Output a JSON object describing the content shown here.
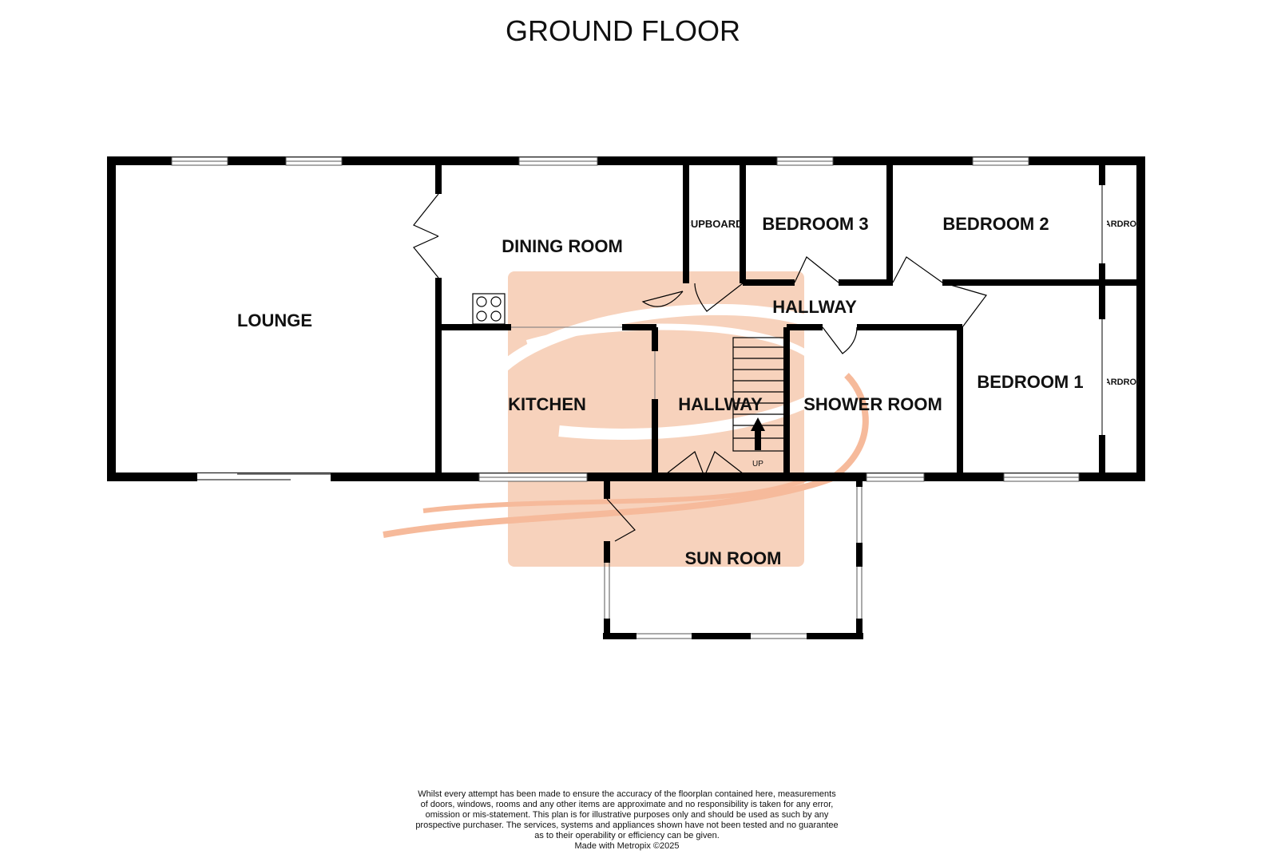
{
  "title": "GROUND FLOOR",
  "rooms": {
    "lounge": "LOUNGE",
    "dining_room": "DINING ROOM",
    "kitchen": "KITCHEN",
    "hallway_main": "HALLWAY",
    "hallway_upper": "HALLWAY",
    "cupboard": "CUPBOARD",
    "bedroom_3": "BEDROOM 3",
    "bedroom_2": "BEDROOM 2",
    "bedroom_1": "BEDROOM 1",
    "wardrobe_2": "WARDROBE",
    "wardrobe_1": "WARDROBE",
    "shower_room": "SHOWER ROOM",
    "sun_room": "SUN ROOM",
    "stairs_label": "UP"
  },
  "disclaimer": {
    "lines": [
      "Whilst every attempt has been made to ensure the accuracy of the floorplan contained here, measurements",
      "of doors, windows, rooms and any other items are approximate and no responsibility is taken for any error,",
      "omission or mis-statement. This plan is for illustrative purposes only and should be used as such by any",
      "prospective purchaser. The services, systems and appliances shown have not been tested and no guarantee",
      "as to their operability or efficiency can be given."
    ],
    "credit": "Made with Metropix ©2025"
  },
  "colors": {
    "wall": "#000000",
    "watermark": "#f5b894"
  }
}
